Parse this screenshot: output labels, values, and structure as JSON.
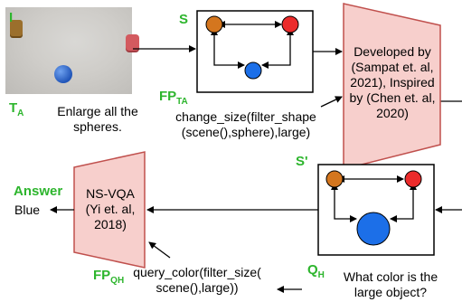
{
  "labels": {
    "image": "I",
    "scene": "S",
    "scene_prime": "S'",
    "fp_ta_main": "FP",
    "fp_ta_sub": "TA",
    "ta_main": "T",
    "ta_sub": "A",
    "answer": "Answer",
    "qh_main": "Q",
    "qh_sub": "H",
    "fp_qh_main": "FP",
    "fp_qh_sub": "QH"
  },
  "texts": {
    "task_lines": [
      "Enlarge all the",
      "spheres."
    ],
    "program_ta_lines": [
      "change_size(filter_shape",
      "(scene(),sphere),large)"
    ],
    "encoder_lines": [
      "Developed by",
      "(Sampat et. al,",
      "2021), Inspired",
      "by (Chen et. al,",
      "2020)"
    ],
    "nsvqa_lines": [
      "NS-VQA",
      "(Yi et. al,",
      "2018)"
    ],
    "answer_value": "Blue",
    "program_qh_lines": [
      "query_color(filter_size(",
      "scene(),large))"
    ],
    "question_lines": [
      "What color is the",
      "large object?"
    ]
  },
  "colors": {
    "label_green": "#2db52d",
    "trapezoid_fill": "#f7cfcc",
    "trapezoid_stroke": "#c0504d",
    "node_orange": "#d4761e",
    "node_red": "#ec2b2b",
    "node_blue": "#1c6fe8"
  }
}
